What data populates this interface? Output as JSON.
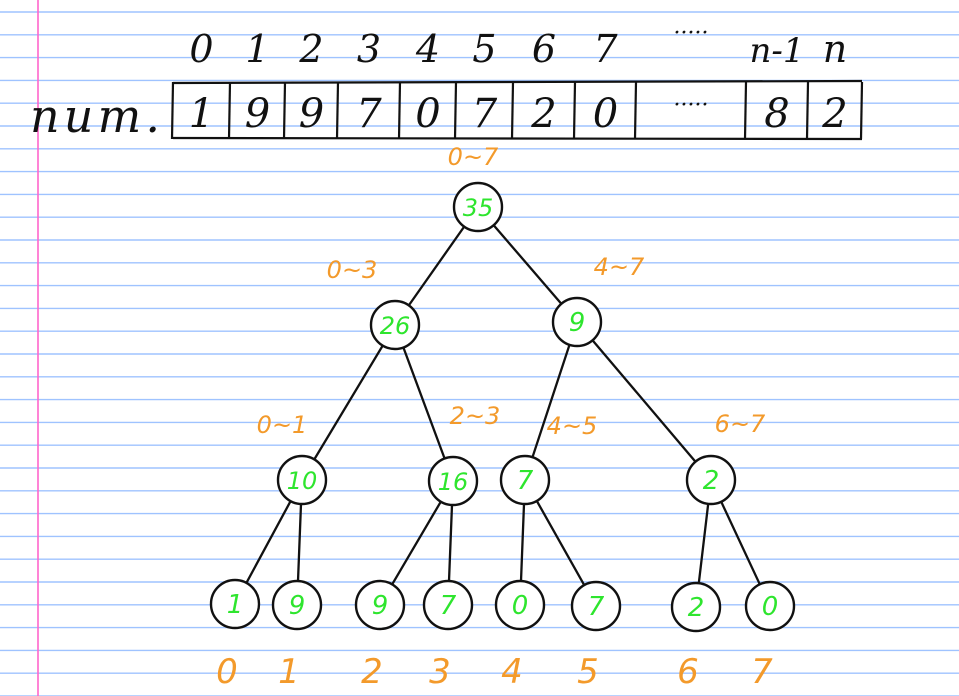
{
  "colors": {
    "paper_line": "#9fc3ff",
    "margin_line": "#ff66cc",
    "ink": "#111111",
    "range_label": "#f39a2b",
    "node_value": "#2ee52e"
  },
  "array": {
    "name": "num.",
    "indices": [
      "0",
      "1",
      "2",
      "3",
      "4",
      "5",
      "6",
      "7",
      "·····",
      "n-1",
      "n"
    ],
    "values": [
      "1",
      "9",
      "9",
      "7",
      "0",
      "7",
      "2",
      "0",
      "·····",
      "8",
      "2"
    ]
  },
  "tree": {
    "nodes": [
      {
        "id": "n0",
        "value": "35",
        "range": "0~7"
      },
      {
        "id": "n1",
        "value": "26",
        "range": "0~3"
      },
      {
        "id": "n2",
        "value": "9",
        "range": "4~7"
      },
      {
        "id": "n3",
        "value": "10",
        "range": "0~1"
      },
      {
        "id": "n4",
        "value": "16",
        "range": "2~3"
      },
      {
        "id": "n5",
        "value": "7",
        "range": "4~5"
      },
      {
        "id": "n6",
        "value": "2",
        "range": "6~7"
      },
      {
        "id": "l0",
        "value": "1",
        "range": ""
      },
      {
        "id": "l1",
        "value": "9",
        "range": ""
      },
      {
        "id": "l2",
        "value": "9",
        "range": ""
      },
      {
        "id": "l3",
        "value": "7",
        "range": ""
      },
      {
        "id": "l4",
        "value": "0",
        "range": ""
      },
      {
        "id": "l5",
        "value": "7",
        "range": ""
      },
      {
        "id": "l6",
        "value": "2",
        "range": ""
      },
      {
        "id": "l7",
        "value": "0",
        "range": ""
      }
    ],
    "edges": [
      [
        "n0",
        "n1"
      ],
      [
        "n0",
        "n2"
      ],
      [
        "n1",
        "n3"
      ],
      [
        "n1",
        "n4"
      ],
      [
        "n2",
        "n5"
      ],
      [
        "n2",
        "n6"
      ],
      [
        "n3",
        "l0"
      ],
      [
        "n3",
        "l1"
      ],
      [
        "n4",
        "l2"
      ],
      [
        "n4",
        "l3"
      ],
      [
        "n5",
        "l4"
      ],
      [
        "n5",
        "l5"
      ],
      [
        "n6",
        "l6"
      ],
      [
        "n6",
        "l7"
      ]
    ],
    "leaf_indices": [
      "0",
      "1",
      "2",
      "3",
      "4",
      "5",
      "6",
      "7"
    ]
  }
}
